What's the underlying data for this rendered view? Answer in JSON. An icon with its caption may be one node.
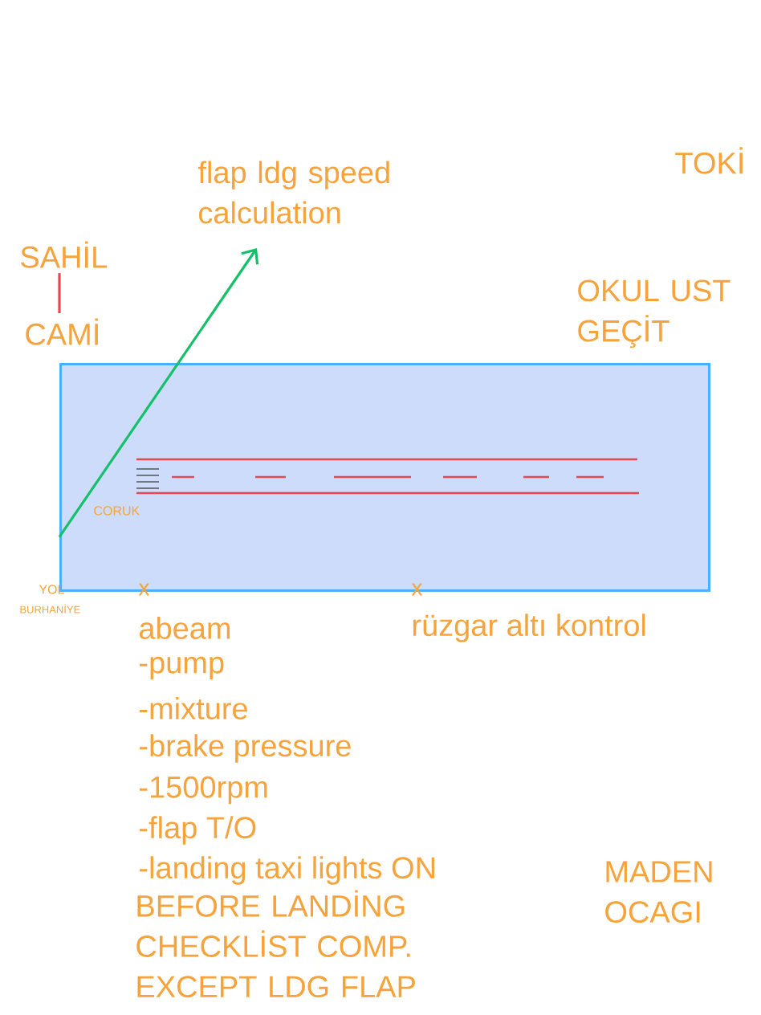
{
  "diagram": {
    "nodes": [
      {
        "text": [
          "flap ldg speed calculation"
        ]
      },
      {
        "text": [
          "SAHİL"
        ]
      },
      {
        "text": [
          "CAMİ"
        ]
      },
      {
        "text": [],
        "shape": "box"
      }
    ],
    "edges": [
      {
        "from": 1,
        "to": 2,
        "arrow": "none",
        "color": "#e8474f"
      },
      {
        "from": 3,
        "to": 0,
        "arrow": "to",
        "color": "#16c06a"
      }
    ],
    "labels": [
      "TOKİ",
      "OKUL UST GEÇİT",
      "CORUK",
      "YOL",
      "BURHANİYE",
      "x",
      "x",
      "abeam",
      "rüzgar altı kontrol",
      "-pump",
      "-mixture",
      "-brake pressure",
      "-1500rpm",
      "-flap T/O",
      "-landing taxi lights ON",
      "BEFORE LANDİNG CHECKLİST COMP. EXCEPT LDG FLAP",
      "MADEN OCAGI"
    ]
  }
}
